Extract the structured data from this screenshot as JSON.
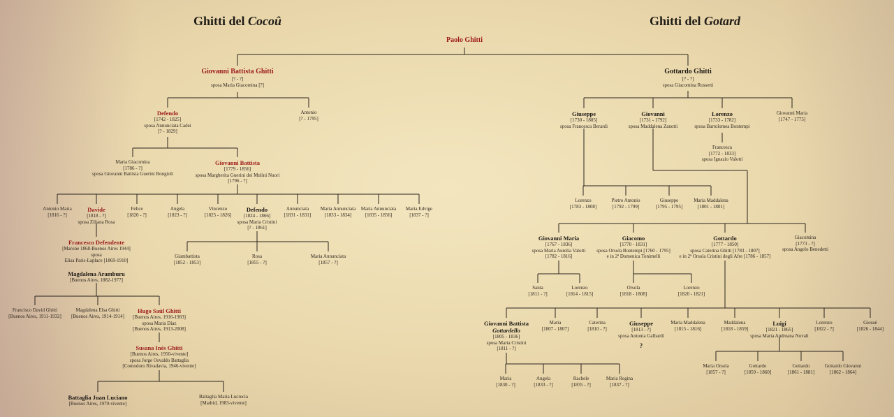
{
  "titles": {
    "left_prefix": "Ghitti del ",
    "left_em": "Cocoû",
    "right_prefix": "Ghitti del ",
    "right_em": "Gotard"
  },
  "tree": {
    "paolo": {
      "name": "Paolo Ghitti"
    },
    "gb": {
      "name": "Giovanni Battista Ghitti",
      "lines": [
        "[? - ?]",
        "sposa Maria Giacomina [?]"
      ]
    },
    "defendo1": {
      "name": "Defendo",
      "lines": [
        "[1742 - 1825]",
        "sposa Annunciata Cadei",
        "[? - 1829]"
      ]
    },
    "antonio1": {
      "name": "Antonio",
      "lines": [
        "[? - 1795]"
      ]
    },
    "maria_giac": {
      "name": "Maria Giacomina",
      "lines": [
        "[1786 - ?]",
        "sposa Giovanni Battista Guerini Bongioli"
      ]
    },
    "gb2": {
      "name": "Giovanni Battista",
      "lines": [
        "[1779 - 1856]",
        "sposa Margherita Guerini dei Mulini Nuori",
        "[1796 - ?]"
      ]
    },
    "antonio_maria": {
      "name": "Antonio Maria",
      "lines": [
        "[1816 - ?]"
      ]
    },
    "davide": {
      "name": "Davide",
      "lines": [
        "[1818 - ?]",
        "sposa Ziliana Rosa"
      ]
    },
    "felice": {
      "name": "Felice",
      "lines": [
        "[1820 - ?]"
      ]
    },
    "angela1": {
      "name": "Angela",
      "lines": [
        "[1823 - ?]"
      ]
    },
    "vincenzo": {
      "name": "Vincenzo",
      "lines": [
        "[1825 - 1826]"
      ]
    },
    "defendo2": {
      "name": "Defendo",
      "lines": [
        "[1824 - 1866]",
        "sposa Maria Cristini",
        "[? - 1861]"
      ]
    },
    "annunciata": {
      "name": "Annunciata",
      "lines": [
        "[1831 - 1831]"
      ]
    },
    "ma1": {
      "name": "Maria Annunciata",
      "lines": [
        "[1833 - 1834]"
      ]
    },
    "ma2": {
      "name": "Maria Annunciata",
      "lines": [
        "[1835 - 1856]"
      ]
    },
    "maria_edvige": {
      "name": "Maria Edvige",
      "lines": [
        "[1837 - ?]"
      ]
    },
    "giambattista": {
      "name": "Giambattista",
      "lines": [
        "[1852 - 1853]"
      ]
    },
    "rosa": {
      "name": "Rosa",
      "lines": [
        "[1855 - ?]"
      ]
    },
    "ma3": {
      "name": "Maria Annunciata",
      "lines": [
        "[1857 - ?]"
      ]
    },
    "francesco_def": {
      "name": "Francesco Defendente",
      "lines": [
        "[Marone 1868-Buenos Aires 1944]",
        "sposa",
        "Elisa Paris-Laplace [1869-1910]"
      ]
    },
    "magdalena": {
      "name": "Magdalena Aramburu",
      "lines": [
        "[Buenos Aires, 1882-1977]"
      ]
    },
    "fdg": {
      "name": "Francisco David Ghitti",
      "lines": [
        "[Buenos Aires, 1911-1932]"
      ]
    },
    "meg": {
      "name": "Magdalena Elsa Ghitti",
      "lines": [
        "[Buenos Aires, 1914-1914]"
      ]
    },
    "hugo": {
      "name": "Hugo Saúl Ghitti",
      "lines": [
        "[Buenos Aires, 1916-1983]",
        "sposa Maria Díaz",
        "[Buenos Aires, 1913-2008]"
      ]
    },
    "susana": {
      "name": "Susana Inés Ghitti",
      "lines": [
        "[Buenos Aires, 1950-vivente]",
        "sposa Jorge Osvaldo Battaglia",
        "[Comodoro Rivadavia, 1946-vivente]"
      ]
    },
    "bjl": {
      "name": "Battaglia Juan Luciano",
      "lines": [
        "[Buenos Aires, 1979-vivente]"
      ]
    },
    "bml": {
      "name": "Battaglia Maria Lucrecia",
      "lines": [
        "[Madrid, 1983-vivente]"
      ]
    },
    "gottardo1": {
      "name": "Gottardo Ghitti",
      "lines": [
        "[? - ?]",
        "sposa Giacomina Rossetti"
      ]
    },
    "giuseppe1": {
      "name": "Giuseppe",
      "lines": [
        "[1730 - 1805]",
        "sposa Francesca Berardi"
      ]
    },
    "giovanni1": {
      "name": "Giovanni",
      "lines": [
        "[1731 - 1792]",
        "sposa Maddalena Zanotti"
      ]
    },
    "lorenzo1": {
      "name": "Lorenzo",
      "lines": [
        "[1733 - 1782]",
        "sposa Bartolomea Bontempi"
      ]
    },
    "gm1": {
      "name": "Giovanni Maria",
      "lines": [
        "[1747 - 1775]"
      ]
    },
    "francesca": {
      "name": "Francesca",
      "lines": [
        "[1772 - 1833]",
        "sposa Ignazio Valotti"
      ]
    },
    "lorenzo2": {
      "name": "Lorenzo",
      "lines": [
        "[1783 - 1808]"
      ]
    },
    "pietro": {
      "name": "Pietro Antonio",
      "lines": [
        "[1792 - 1799]"
      ]
    },
    "giuseppe2": {
      "name": "Giuseppe",
      "lines": [
        "[1795 - 1795]"
      ]
    },
    "mm1": {
      "name": "Maria Maddalena",
      "lines": [
        "[1801 - 1801]"
      ]
    },
    "gm2": {
      "name": "Giovanni Maria",
      "lines": [
        "[1767 - 1836]",
        "sposa Maria Aurelia Valotti",
        "[1782 - 1816]"
      ]
    },
    "giacomo": {
      "name": "Giacomo",
      "lines": [
        "[1770 - 1831]",
        "sposa Orsola Bontempi [1760 - 1795]",
        "e in 2ª Domenica Tonimelli"
      ]
    },
    "gottardo2": {
      "name": "Gottardo",
      "lines": [
        "[1777 - 1850]",
        "sposa Caterina Ghitti [1783 - 1807]",
        "e in 2ª Orsola Cristini degli Afre [1786 - 1857]"
      ]
    },
    "giacomina": {
      "name": "Giacomina",
      "lines": [
        "[1773 - ?]",
        "sposa Angelo Benedetti"
      ]
    },
    "santa": {
      "name": "Santa",
      "lines": [
        "[1811 - ?]"
      ]
    },
    "lorenzo3": {
      "name": "Lorenzo",
      "lines": [
        "[1814 - 1815]"
      ]
    },
    "orsola1": {
      "name": "Orsola",
      "lines": [
        "[1818 - 1808]"
      ]
    },
    "lorenzo4": {
      "name": "Lorenzo",
      "lines": [
        "[1820 - 1821]"
      ]
    },
    "gbg": {
      "name": "Giovanni Battista",
      "name2": "Gottardello",
      "lines": [
        "[1805 - 1836]",
        "sposa Marta Cristini",
        "[1811 - ?]"
      ]
    },
    "maria1": {
      "name": "Maria",
      "lines": [
        "[1807 - 1807]"
      ]
    },
    "caterina": {
      "name": "Caterina",
      "lines": [
        "[1810 - ?]"
      ]
    },
    "giuseppe3": {
      "name": "Giuseppe",
      "lines": [
        "[1813 - ?]",
        "sposa Antonia Galbardi",
        "?"
      ]
    },
    "mm2": {
      "name": "Maria Maddalena",
      "lines": [
        "[1815 - 1816]"
      ]
    },
    "maddalena": {
      "name": "Maddalena",
      "lines": [
        "[1818 - 1859]"
      ]
    },
    "luigi": {
      "name": "Luigi",
      "lines": [
        "[1821 - 1865]",
        "sposa Maria Andreana Novali"
      ]
    },
    "lorenzo5": {
      "name": "Lorenzo",
      "lines": [
        "[1822 - ?]"
      ]
    },
    "giosue": {
      "name": "Giosuè",
      "lines": [
        "[1826 - 1844]"
      ]
    },
    "maria2": {
      "name": "Maria",
      "lines": [
        "[1830 - ?]"
      ]
    },
    "angela2": {
      "name": "Angela",
      "lines": [
        "[1833 - ?]"
      ]
    },
    "rachele": {
      "name": "Rachele",
      "lines": [
        "[1835 - ?]"
      ]
    },
    "mr": {
      "name": "Maria Regina",
      "lines": [
        "[1837 - ?]"
      ]
    },
    "orsola2": {
      "name": "Maria Orsola",
      "lines": [
        "[1857 - ?]"
      ]
    },
    "gottardo3": {
      "name": "Gottardo",
      "lines": [
        "[1859 - 1860]"
      ]
    },
    "gottardo4": {
      "name": "Gottardo",
      "lines": [
        "[1861 - 1881]"
      ]
    },
    "gg": {
      "name": "Gottardo Giovanni",
      "lines": [
        "[1862 - 1864]"
      ]
    }
  }
}
